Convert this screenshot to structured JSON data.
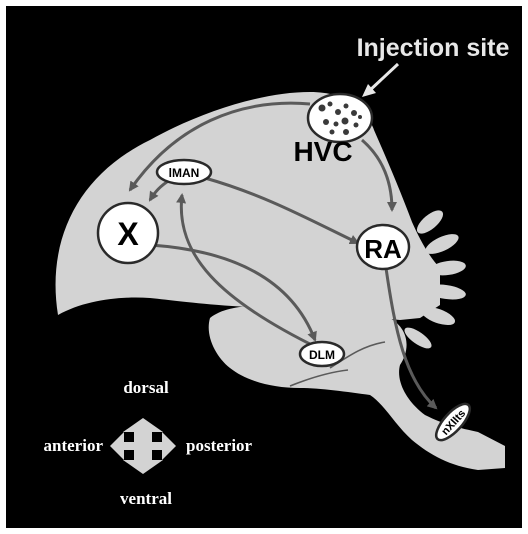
{
  "diagram": {
    "annotation": {
      "injection_site": "Injection site"
    },
    "nuclei": {
      "hvc": "HVC",
      "lman": "lMAN",
      "x": "X",
      "ra": "RA",
      "dlm": "DLM",
      "nxii": "nXIIts"
    },
    "compass": {
      "dorsal": "dorsal",
      "ventral": "ventral",
      "anterior": "anterior",
      "posterior": "posterior"
    },
    "colors": {
      "background": "#000000",
      "brain": "#d3d3d3",
      "pathway": "#5a5a5a",
      "nucleus_fill": "#ffffff",
      "label_white": "#e8e8e8"
    }
  }
}
